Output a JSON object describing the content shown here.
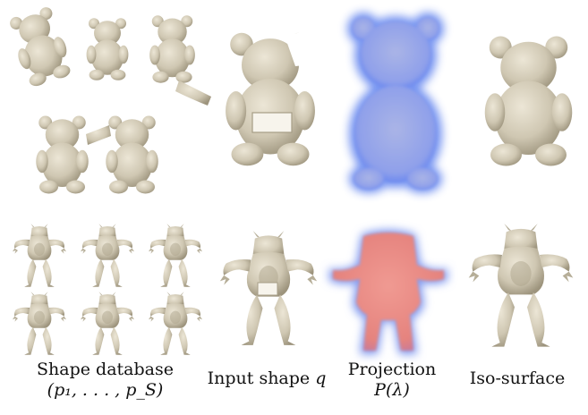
{
  "captions": {
    "database_line1": "Shape database",
    "database_line2": "(p₁, . . . , p_S)",
    "input_prefix": "Input shape ",
    "input_var": "q",
    "projection_line1": "Projection",
    "projection_line2": "P(λ)",
    "isosurface": "Iso-surface"
  },
  "colors": {
    "shape": "#cfc7b2",
    "shape_shade": "#a69d86",
    "projection_outer": "#6f8ff0",
    "projection_inner_teddy": "#9aa7e0",
    "projection_inner_armadillo": "#e78b86"
  },
  "panels": {
    "top_row": [
      "teddy-database",
      "teddy-input-with-holes",
      "teddy-projection",
      "teddy-isosurface"
    ],
    "bottom_row": [
      "armadillo-database",
      "armadillo-input",
      "armadillo-projection",
      "armadillo-isosurface"
    ]
  }
}
